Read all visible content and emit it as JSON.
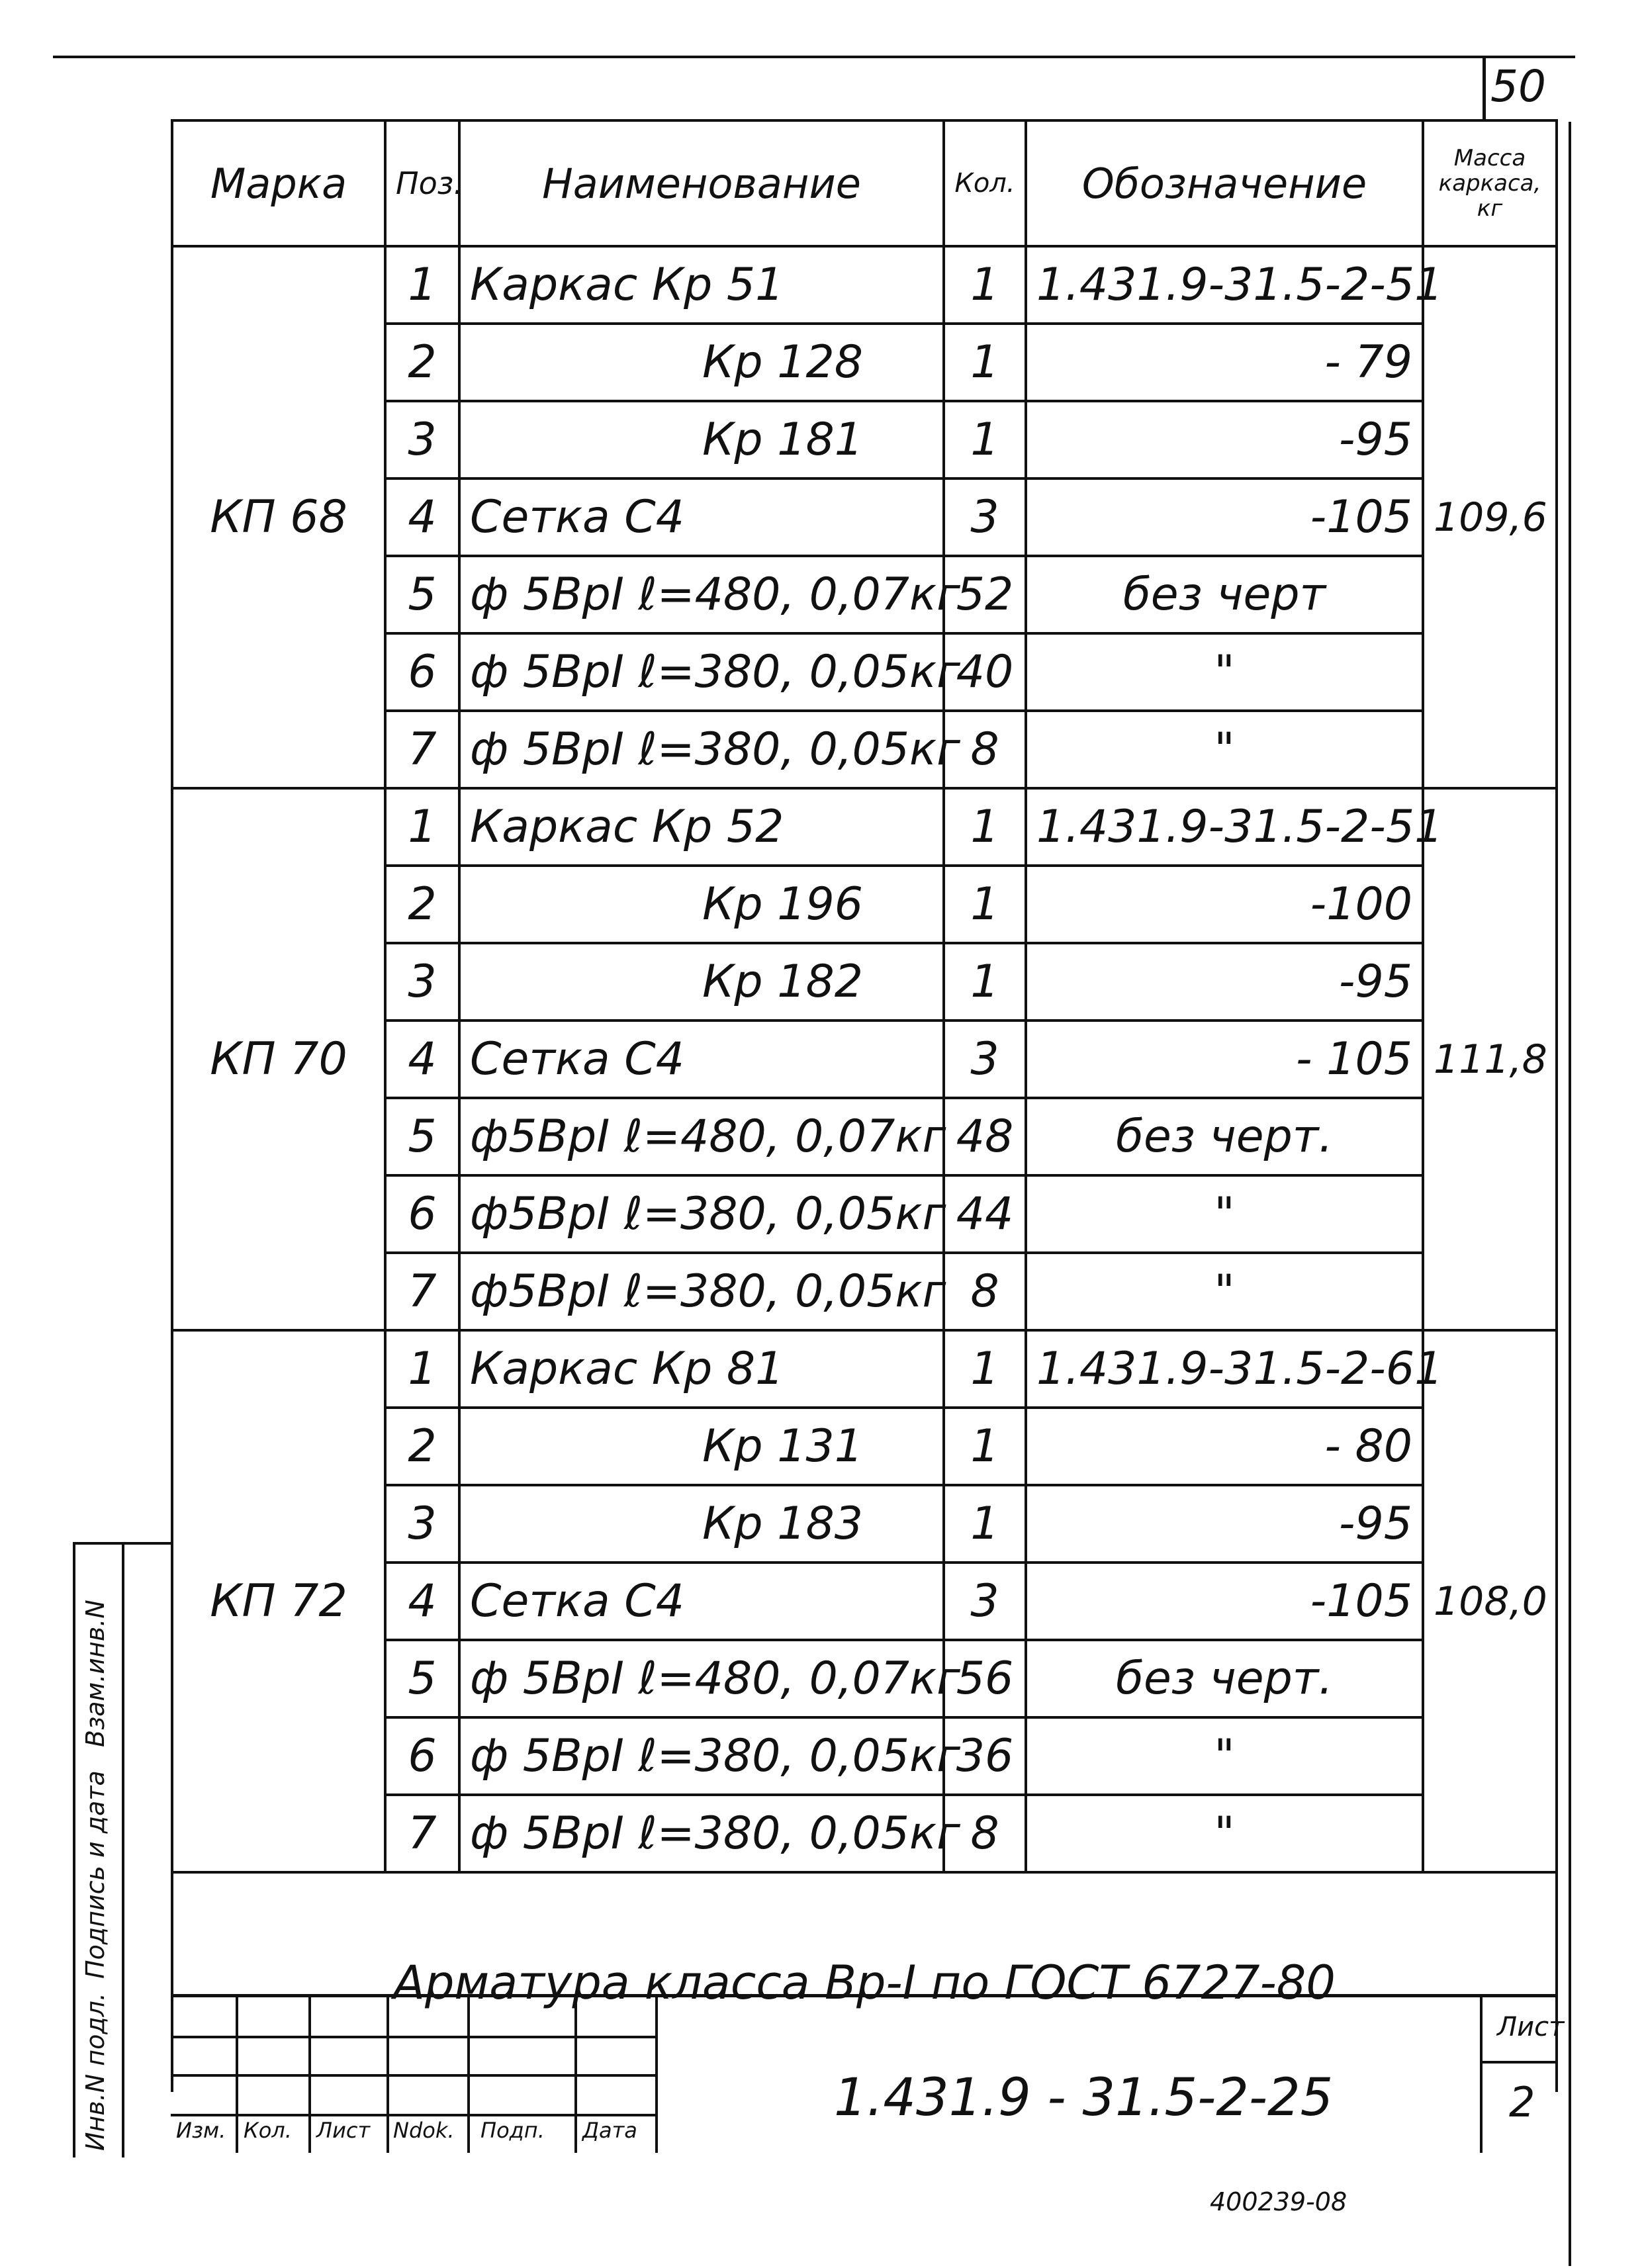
{
  "page_number": "50",
  "headers": {
    "marka": "Марка",
    "poz": "Поз.",
    "name": "Наименование",
    "kol": "Кол.",
    "oboz": "Обозначение",
    "massa": "Масса каркаса, кг"
  },
  "groups": [
    {
      "marka": "КП 68",
      "massa": "109,6",
      "rows": [
        {
          "poz": "1",
          "name": "Каркас    Кр 51",
          "kol": "1",
          "oboz": "1.431.9-31.5-2-51"
        },
        {
          "poz": "2",
          "name": "Кр 128",
          "kol": "1",
          "oboz": "- 79"
        },
        {
          "poz": "3",
          "name": "Кр 181",
          "kol": "1",
          "oboz": "-95"
        },
        {
          "poz": "4",
          "name": "Сетка    С4",
          "kol": "3",
          "oboz": "-105"
        },
        {
          "poz": "5",
          "name": "ф 5ВрI  ℓ=480, 0,07кг",
          "kol": "52",
          "oboz": "без черт"
        },
        {
          "poz": "6",
          "name": "ф 5ВрI  ℓ=380, 0,05кг",
          "kol": "40",
          "oboz": "\""
        },
        {
          "poz": "7",
          "name": "ф 5ВрI  ℓ=380, 0,05кг",
          "kol": "8",
          "oboz": "\""
        }
      ]
    },
    {
      "marka": "КП 70",
      "massa": "111,8",
      "rows": [
        {
          "poz": "1",
          "name": "Каркас    Кр 52",
          "kol": "1",
          "oboz": "1.431.9-31.5-2-51"
        },
        {
          "poz": "2",
          "name": "Кр 196",
          "kol": "1",
          "oboz": "-100"
        },
        {
          "poz": "3",
          "name": "Кр 182",
          "kol": "1",
          "oboz": "-95"
        },
        {
          "poz": "4",
          "name": "Сетка    С4",
          "kol": "3",
          "oboz": "- 105"
        },
        {
          "poz": "5",
          "name": "ф5ВрI  ℓ=480, 0,07кг",
          "kol": "48",
          "oboz": "без черт."
        },
        {
          "poz": "6",
          "name": "ф5ВрI  ℓ=380, 0,05кг",
          "kol": "44",
          "oboz": "\""
        },
        {
          "poz": "7",
          "name": "ф5ВрI  ℓ=380, 0,05кг",
          "kol": "8",
          "oboz": "\""
        }
      ]
    },
    {
      "marka": "КП 72",
      "massa": "108,0",
      "rows": [
        {
          "poz": "1",
          "name": "Каркас    Кр 81",
          "kol": "1",
          "oboz": "1.431.9-31.5-2-61"
        },
        {
          "poz": "2",
          "name": "Кр 131",
          "kol": "1",
          "oboz": "- 80"
        },
        {
          "poz": "3",
          "name": "Кр 183",
          "kol": "1",
          "oboz": "-95"
        },
        {
          "poz": "4",
          "name": "Сетка    С4",
          "kol": "3",
          "oboz": "-105"
        },
        {
          "poz": "5",
          "name": "ф 5ВрI  ℓ=480, 0,07кг",
          "kol": "56",
          "oboz": "без черт."
        },
        {
          "poz": "6",
          "name": "ф 5ВрI  ℓ=380, 0,05кг",
          "kol": "36",
          "oboz": "\""
        },
        {
          "poz": "7",
          "name": "ф 5ВрI  ℓ=380, 0,05кг",
          "kol": "8",
          "oboz": "\""
        }
      ]
    }
  ],
  "note": "Арматура класса Вр-I по ГОСТ 6727-80",
  "title_block": {
    "designation": "1.431.9 - 31.5-2-25",
    "sheet_label": "Лист",
    "sheet_number": "2",
    "columns": [
      "Изм.",
      "Кол.",
      "Лист",
      "Ndok.",
      "Подп.",
      "Дата"
    ]
  },
  "side_stamp": [
    "Инв.N подл.",
    "Подпись и дата",
    "Взам.инв.N"
  ],
  "bottom_stamp": "400239-08"
}
